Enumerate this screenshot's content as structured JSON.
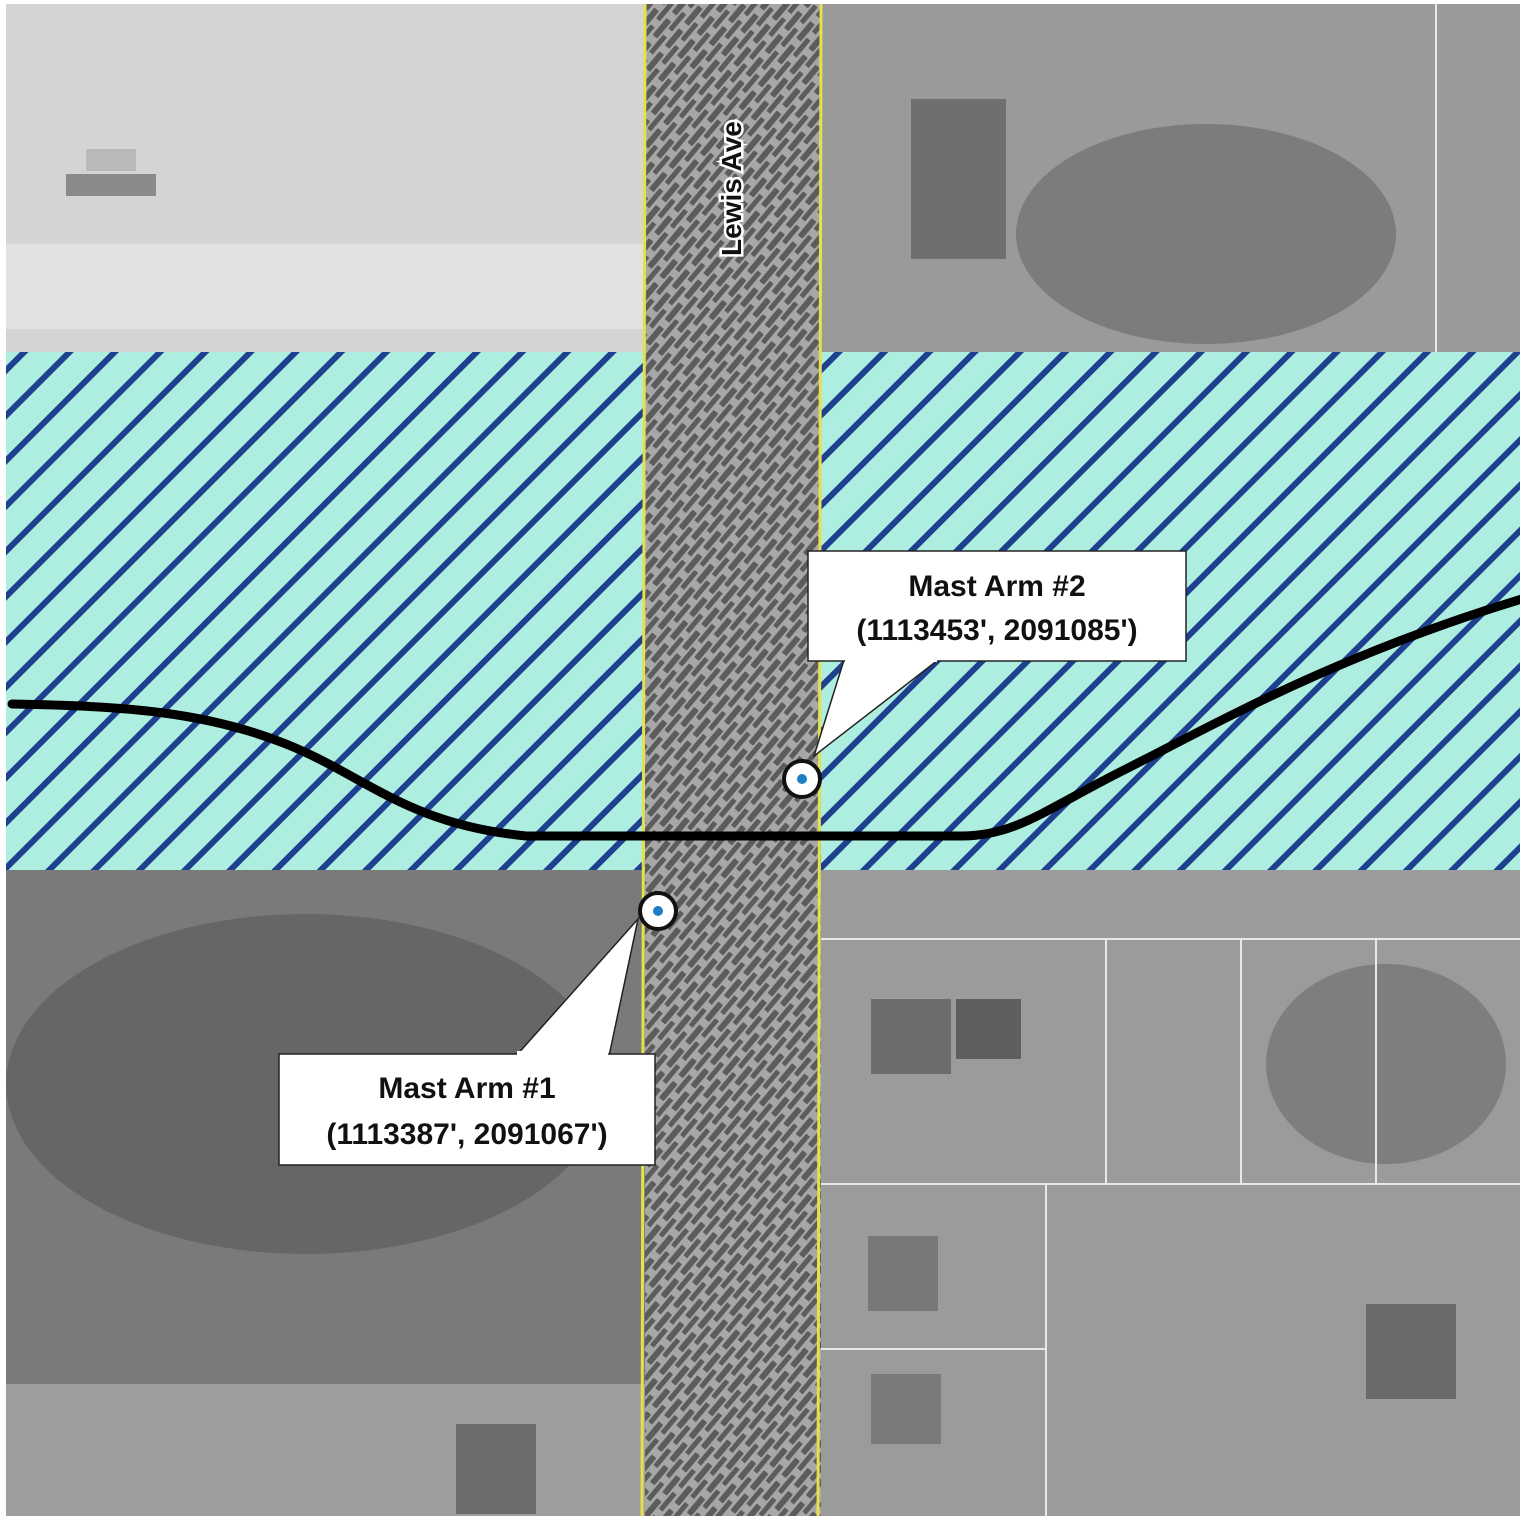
{
  "map": {
    "street_label": "Lewis Ave",
    "colors": {
      "zone_fill": "#aeeee0",
      "zone_hatch": "#1f3f8f",
      "row_boundary": "#e6e04a",
      "road_pattern": "#5a5a5a",
      "route_line": "#000000",
      "marker_center": "#1e7fc8"
    },
    "features": [
      {
        "id": "hatched-zone",
        "kind": "polygon",
        "description_icon": "diagonal-hatch-area"
      },
      {
        "id": "route-line",
        "kind": "polyline"
      },
      {
        "id": "right-of-way",
        "kind": "road-corridor"
      }
    ],
    "markers": [
      {
        "id": "mast-arm-1",
        "title": "Mast Arm #1",
        "coords": "(1113387', 2091067')",
        "icon": "target-point-icon"
      },
      {
        "id": "mast-arm-2",
        "title": "Mast Arm #2",
        "coords": "(1113453', 2091085')",
        "icon": "target-point-icon"
      }
    ]
  }
}
